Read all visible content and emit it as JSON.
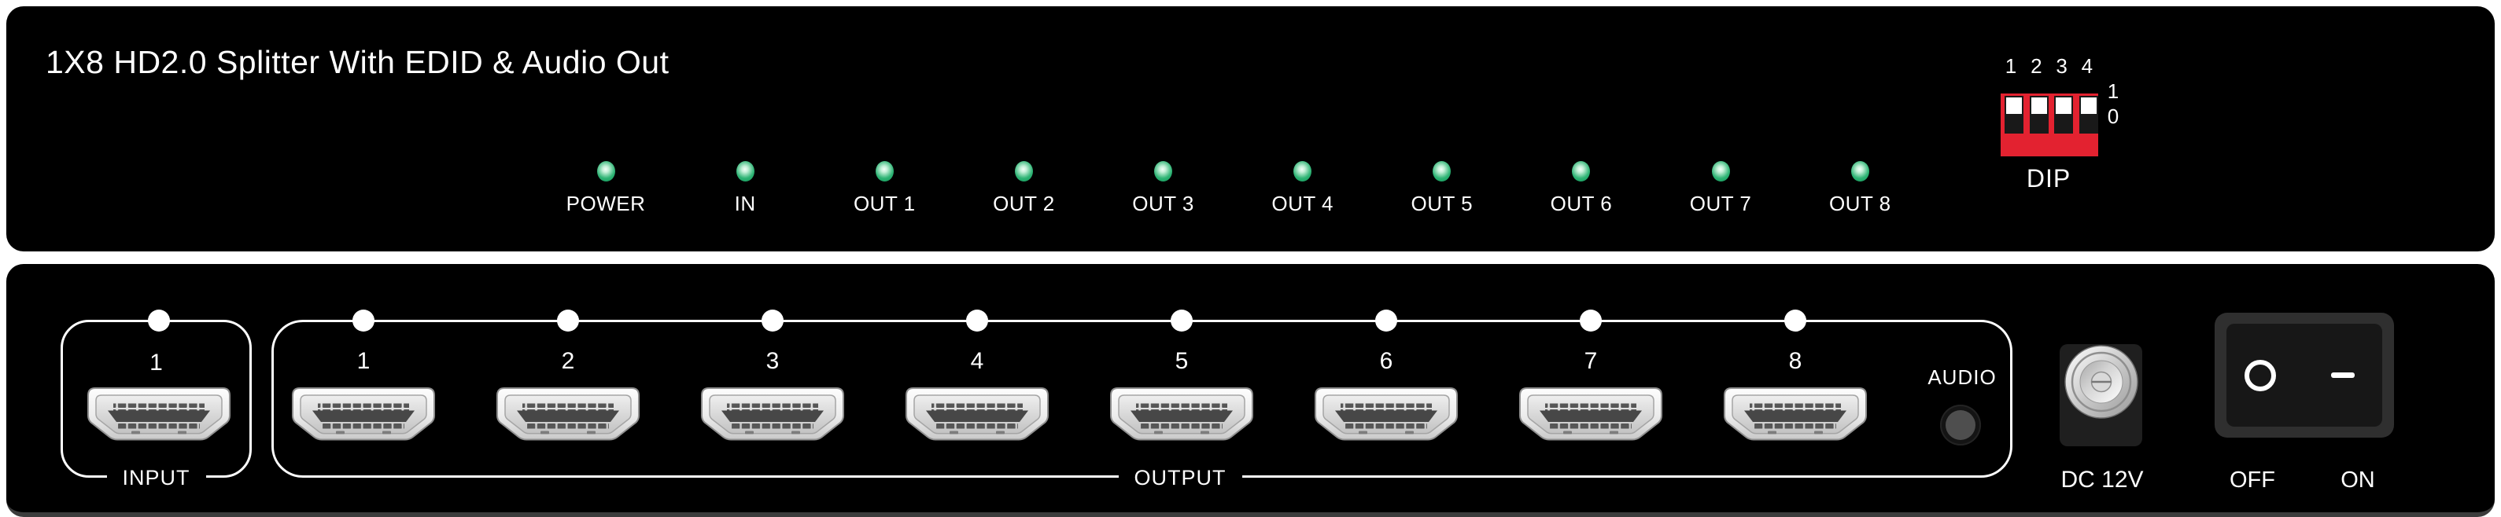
{
  "front_panel": {
    "title": "1X8 HD2.0 Splitter With EDID & Audio Out",
    "led_labels": [
      "POWER",
      "IN",
      "OUT 1",
      "OUT 2",
      "OUT 3",
      "OUT 4",
      "OUT 5",
      "OUT 6",
      "OUT 7",
      "OUT 8"
    ],
    "led_color": "#2fb475",
    "dip": {
      "pin_numbers": [
        "1",
        "2",
        "3",
        "4"
      ],
      "on_label": "1",
      "off_label": "0",
      "caption": "DIP",
      "body_color": "#e32230"
    }
  },
  "rear_panel": {
    "input": {
      "port_number": "1",
      "caption": "INPUT"
    },
    "output": {
      "port_numbers": [
        "1",
        "2",
        "3",
        "4",
        "5",
        "6",
        "7",
        "8"
      ],
      "caption": "OUTPUT"
    },
    "audio_label": "AUDIO",
    "dc_label": "DC 12V",
    "power_switch": {
      "off_label": "OFF",
      "on_label": "ON"
    }
  }
}
